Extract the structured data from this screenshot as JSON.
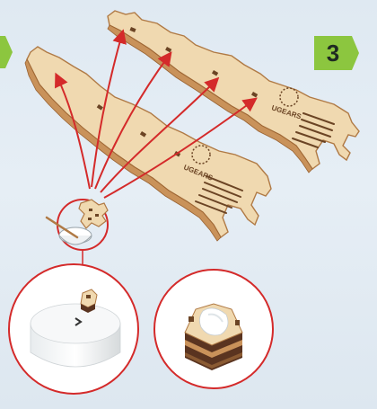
{
  "step": {
    "number": "3",
    "color": "#8cc63f"
  },
  "colors": {
    "wood": "#f0d9b0",
    "wood_edge": "#b07a45",
    "arrow": "#d42a2a",
    "glue_bowl": "#ffffff",
    "detail_ring": "#d42a2a",
    "background": "#e3ecf3"
  },
  "engravings": {
    "back_part": "UGEARS",
    "front_part": "UGEARS"
  },
  "icons": [
    "glue-bowl-icon",
    "glue-brush-icon",
    "arrow-icon",
    "prev-step-tab-icon"
  ]
}
